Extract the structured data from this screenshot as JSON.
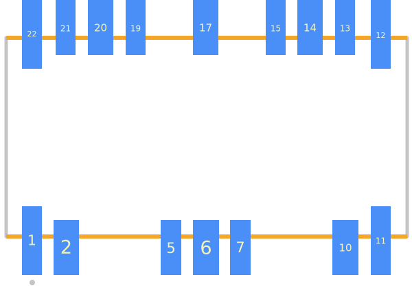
{
  "colors": {
    "pad": "#4a8ff8",
    "pad_label": "#f2f2b8",
    "silkscreen": "#f5a52a",
    "body_outline": "#c4c4c4",
    "pin1_dot": "#c4c4c4"
  },
  "top_pads": [
    {
      "label": "22"
    },
    {
      "label": "21"
    },
    {
      "label": "20"
    },
    {
      "label": "19"
    },
    {
      "label": "17"
    },
    {
      "label": "15"
    },
    {
      "label": "14"
    },
    {
      "label": "13"
    },
    {
      "label": "12"
    }
  ],
  "bottom_pads": [
    {
      "label": "1"
    },
    {
      "label": "2"
    },
    {
      "label": "5"
    },
    {
      "label": "6"
    },
    {
      "label": "7"
    },
    {
      "label": "10"
    },
    {
      "label": "11"
    }
  ]
}
